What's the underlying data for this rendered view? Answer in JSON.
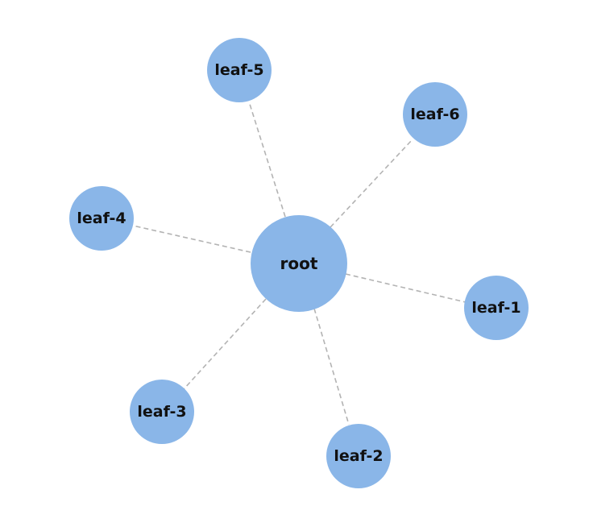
{
  "diagram": {
    "type": "hub-and-spoke",
    "colors": {
      "node_fill": "#8ab6e8",
      "edge_stroke": "#b3b3b3",
      "label": "#111111",
      "background": "#ffffff"
    },
    "nodes": [
      {
        "id": "root",
        "label": "root"
      },
      {
        "id": "leaf-1",
        "label": "leaf-1"
      },
      {
        "id": "leaf-2",
        "label": "leaf-2"
      },
      {
        "id": "leaf-3",
        "label": "leaf-3"
      },
      {
        "id": "leaf-4",
        "label": "leaf-4"
      },
      {
        "id": "leaf-5",
        "label": "leaf-5"
      },
      {
        "id": "leaf-6",
        "label": "leaf-6"
      }
    ],
    "edges": [
      {
        "from": "root",
        "to": "leaf-1",
        "style": "dashed"
      },
      {
        "from": "root",
        "to": "leaf-2",
        "style": "dashed"
      },
      {
        "from": "root",
        "to": "leaf-3",
        "style": "dashed"
      },
      {
        "from": "root",
        "to": "leaf-4",
        "style": "dashed"
      },
      {
        "from": "root",
        "to": "leaf-5",
        "style": "dashed"
      },
      {
        "from": "root",
        "to": "leaf-6",
        "style": "dashed"
      }
    ]
  }
}
